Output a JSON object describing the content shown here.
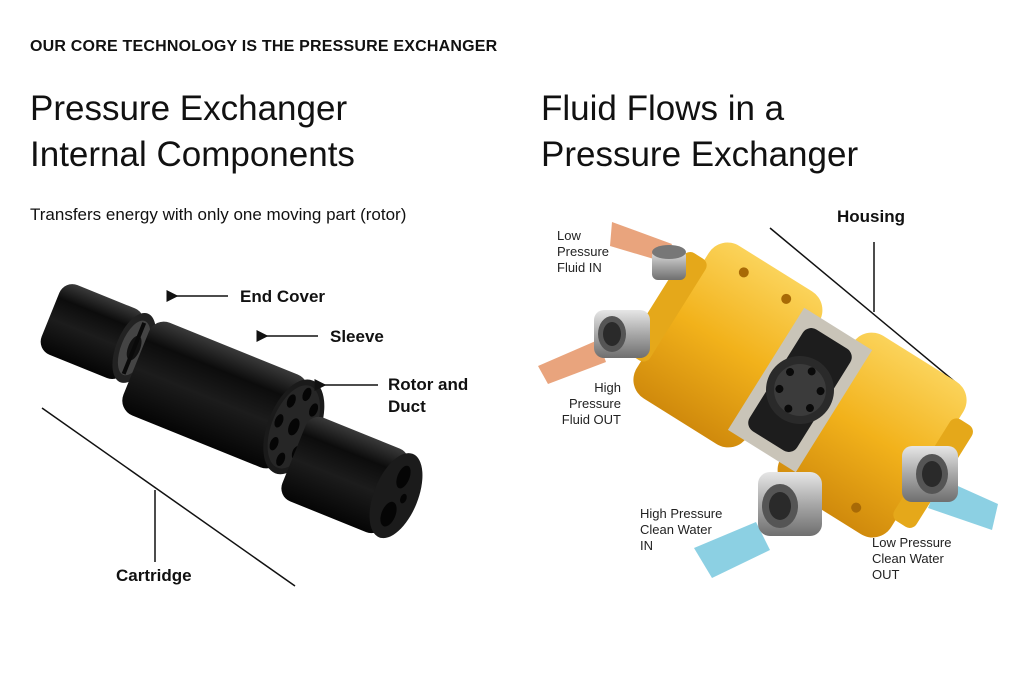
{
  "header": {
    "eyebrow": "OUR CORE TECHNOLOGY IS THE PRESSURE EXCHANGER"
  },
  "left_panel": {
    "title_line1": "Pressure Exchanger",
    "title_line2": "Internal Components",
    "subtitle": "Transfers energy with only one moving part (rotor)",
    "labels": {
      "end_cover": "End Cover",
      "sleeve": "Sleeve",
      "rotor_line1": "Rotor and",
      "rotor_line2": "Duct",
      "cartridge": "Cartridge"
    }
  },
  "right_panel": {
    "title_line1": "Fluid Flows in a",
    "title_line2": "Pressure Exchanger",
    "labels": {
      "housing": "Housing",
      "lp_fluid_in": [
        "Low",
        "Pressure",
        "Fluid IN"
      ],
      "hp_fluid_out": [
        "High",
        "Pressure",
        "Fluid OUT"
      ],
      "hp_water_in": [
        "High Pressure",
        "Clean Water",
        "IN"
      ],
      "lp_water_out": [
        "Low Pressure",
        "Clean Water",
        "OUT"
      ]
    }
  },
  "colors": {
    "fluid_arrow": "#e79a6f",
    "water_arrow": "#7fcbe0",
    "housing": "#f2b21b",
    "cartridge": "#141414"
  }
}
